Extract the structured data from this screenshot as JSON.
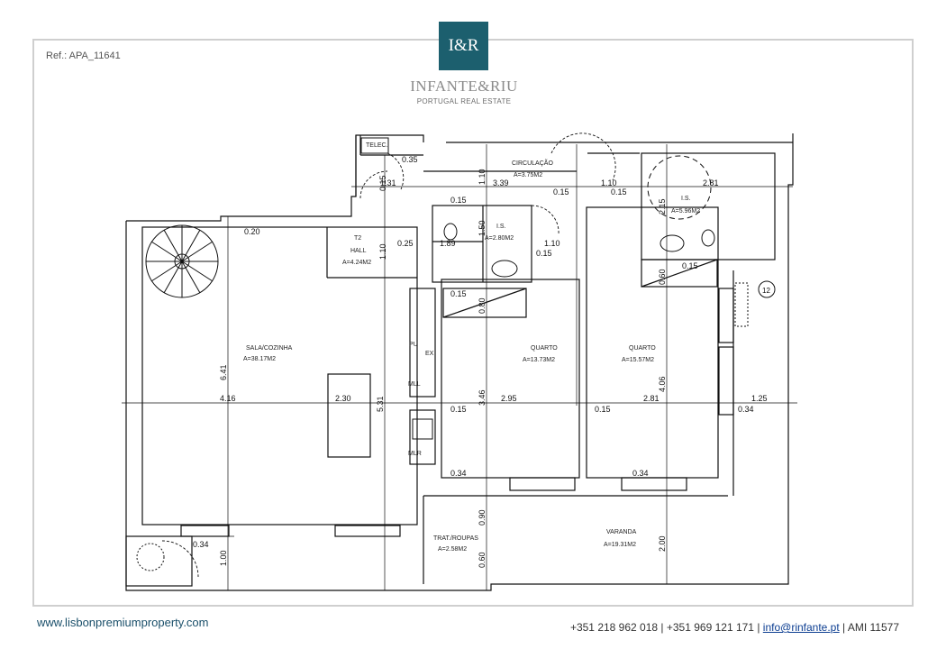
{
  "reference": "Ref.: APA_11641",
  "logo": {
    "monogram": "I&R",
    "brand": "INFANTE&RIU",
    "tagline": "PORTUGAL REAL ESTATE"
  },
  "rooms": {
    "sala": {
      "name": "SALA/COZINHA",
      "area": "A=38.17M2"
    },
    "hall": {
      "name": "T2",
      "name2": "HALL",
      "area": "A=4.24M2"
    },
    "circulacao": {
      "name": "CIRCULAÇÃO",
      "area": "A=3.75M2"
    },
    "is1": {
      "name": "I.S.",
      "area": "A=2.80M2"
    },
    "is2": {
      "name": "I.S.",
      "area": "A=5.96M2"
    },
    "quarto1": {
      "name": "QUARTO",
      "area": "A=13.73M2"
    },
    "quarto2": {
      "name": "QUARTO",
      "area": "A=15.57M2"
    },
    "varanda": {
      "name": "VARANDA",
      "area": "A=19.31M2"
    },
    "trat": {
      "name": "TRAT./ROUPAS",
      "area": "A=2.58M2"
    },
    "telec": "TELEC.",
    "fixture_labels": {
      "pu": "PU",
      "ex": "EX",
      "mll": "MLL",
      "mlr": "MLR"
    },
    "marker": "12"
  },
  "dimensions": {
    "d035": "0.35",
    "d131": "1.31",
    "d339": "3.39",
    "d110a": "1.10",
    "d110b": "1.10",
    "d110c": "1.10",
    "d015": "0.15",
    "d020": "0.20",
    "d025": "0.25",
    "d189": "1.89",
    "d150": "1.50",
    "d281": "2.81",
    "d215": "2.15",
    "d060": "0.60",
    "d080": "0.80",
    "d641": "6.41",
    "d416": "4.16",
    "d230": "2.30",
    "d531": "5.31",
    "d346": "3.46",
    "d295": "2.95",
    "d406": "4.06",
    "d125": "1.25",
    "d034": "0.34",
    "d100": "1.00",
    "d200": "2.00",
    "d090": "0.90",
    "d060b": "0.60"
  },
  "footer": {
    "website": "www.lisbonpremiumproperty.com",
    "phone1": "+351 218 962 018",
    "phone2": "+351 969 121 171",
    "email": "info@rinfante.pt",
    "ami": "AMI 11577",
    "separator": "|"
  }
}
